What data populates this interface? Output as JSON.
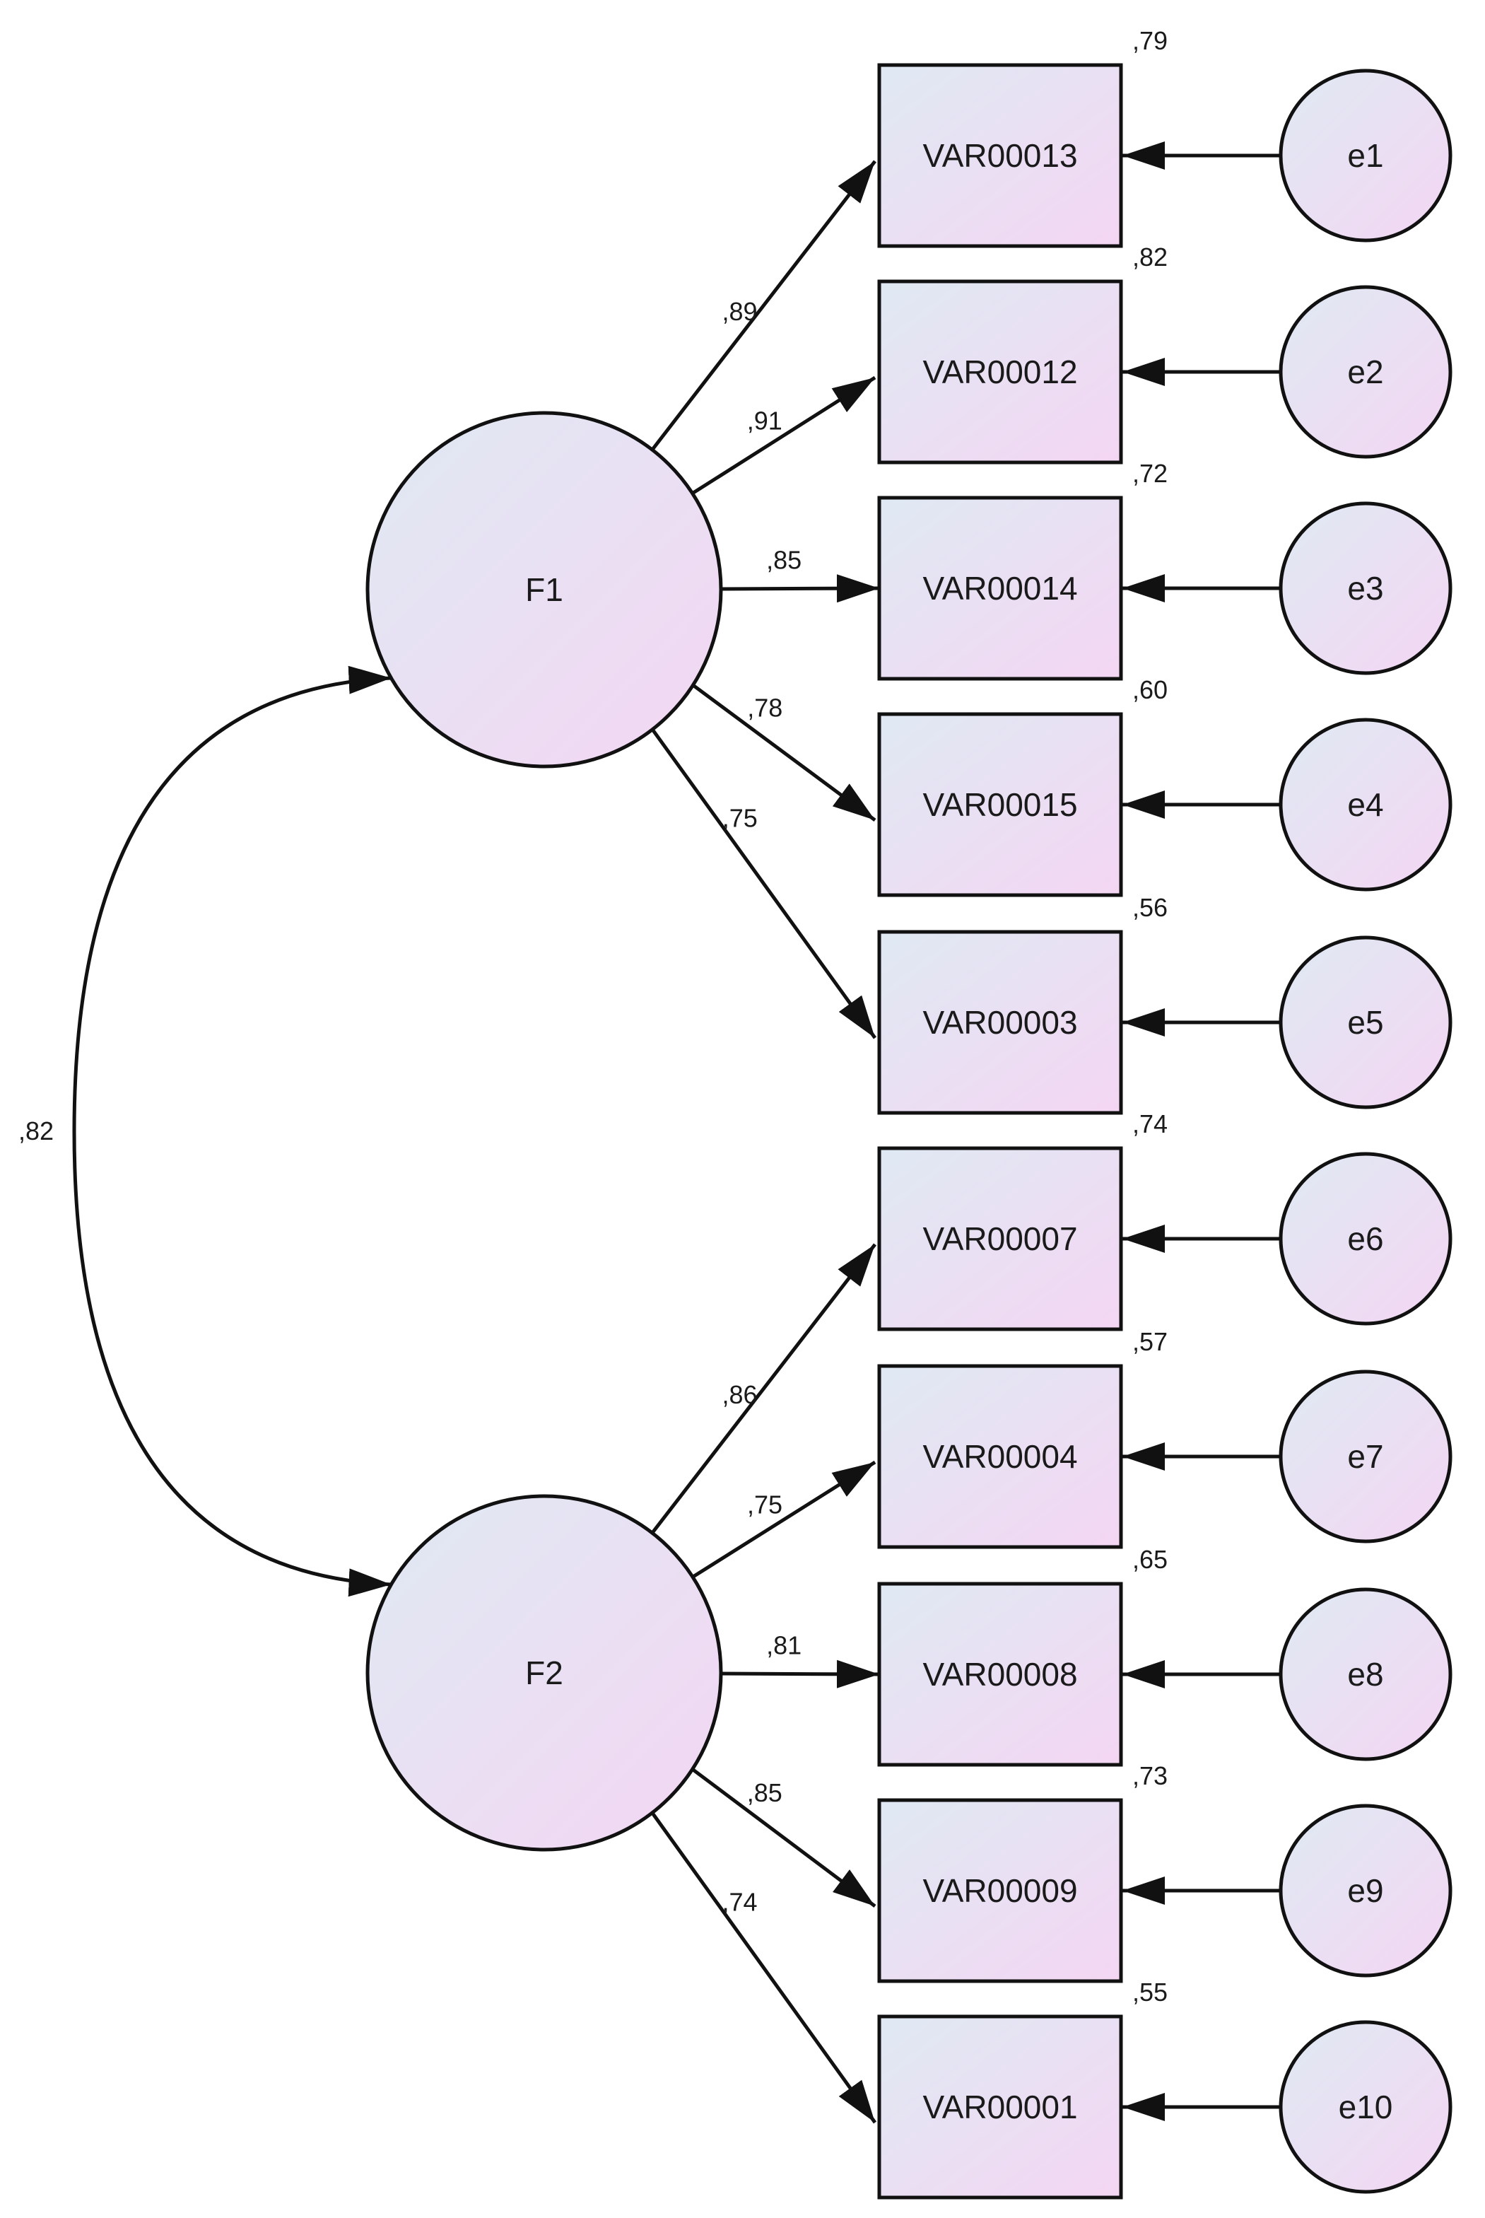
{
  "factors": [
    {
      "id": "F1",
      "label": "F1"
    },
    {
      "id": "F2",
      "label": "F2"
    }
  ],
  "correlation": {
    "from": "F1",
    "to": "F2",
    "value": ",82"
  },
  "indicators": [
    {
      "label": "VAR00013",
      "factor": "F1",
      "loading": ",89",
      "r2": ",79",
      "error": "e1"
    },
    {
      "label": "VAR00012",
      "factor": "F1",
      "loading": ",91",
      "r2": ",82",
      "error": "e2"
    },
    {
      "label": "VAR00014",
      "factor": "F1",
      "loading": ",85",
      "r2": ",72",
      "error": "e3"
    },
    {
      "label": "VAR00015",
      "factor": "F1",
      "loading": ",78",
      "r2": ",60",
      "error": "e4"
    },
    {
      "label": "VAR00003",
      "factor": "F1",
      "loading": ",75",
      "r2": ",56",
      "error": "e5"
    },
    {
      "label": "VAR00007",
      "factor": "F2",
      "loading": ",86",
      "r2": ",74",
      "error": "e6"
    },
    {
      "label": "VAR00004",
      "factor": "F2",
      "loading": ",75",
      "r2": ",57",
      "error": "e7"
    },
    {
      "label": "VAR00008",
      "factor": "F2",
      "loading": ",81",
      "r2": ",65",
      "error": "e8"
    },
    {
      "label": "VAR00009",
      "factor": "F2",
      "loading": ",85",
      "r2": ",73",
      "error": "e9"
    },
    {
      "label": "VAR00001",
      "factor": "F2",
      "loading": ",74",
      "r2": ",55",
      "error": "e10"
    }
  ],
  "colors": {
    "fill_start": "#dfe9f3",
    "fill_end": "#f4d6f3",
    "stroke": "#111111"
  }
}
